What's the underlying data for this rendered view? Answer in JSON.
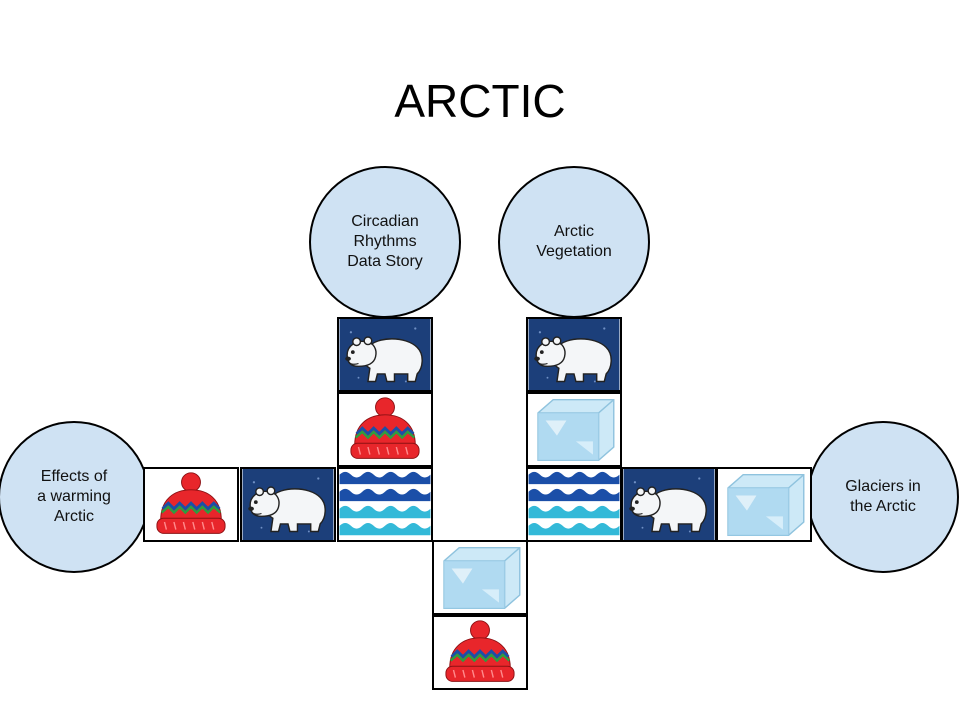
{
  "title": "ARCTIC",
  "nodes": {
    "circadian": "Circadian\nRhythms\nData Story",
    "vegetation": "Arctic\nVegetation",
    "warming": "Effects of\na warming\nArctic",
    "glaciers": "Glaciers in\nthe Arctic"
  },
  "colors": {
    "node_fill": "#cfe2f3",
    "bear_bg": "#1c3f7a",
    "hat_red": "#e8262b",
    "waves_dark": "#1b4fa8",
    "waves_light": "#33b9d8",
    "ice": "#a9d6ef"
  },
  "icons": [
    "polar-bear-icon",
    "winter-hat-icon",
    "water-waves-icon",
    "ice-cube-icon"
  ]
}
